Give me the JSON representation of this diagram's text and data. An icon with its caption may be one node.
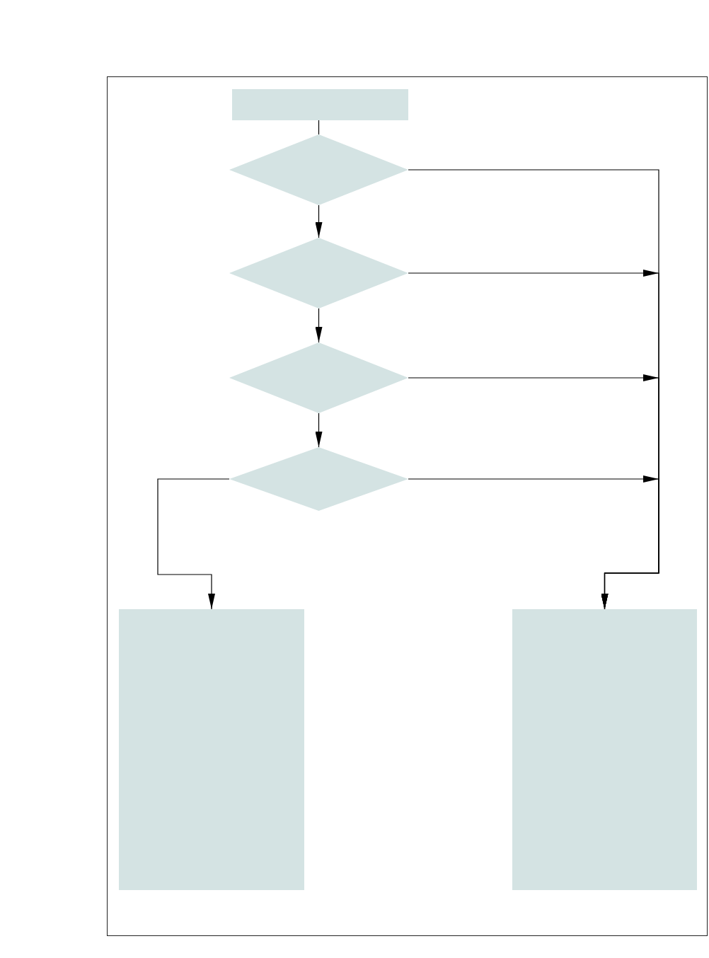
{
  "diagram": {
    "nodes": [
      {
        "text": [],
        "shape": "box"
      },
      {
        "text": [],
        "shape": "diamond"
      },
      {
        "text": [],
        "shape": "diamond"
      },
      {
        "text": [],
        "shape": "diamond"
      },
      {
        "text": [],
        "shape": "diamond"
      },
      {
        "text": [],
        "shape": "box"
      },
      {
        "text": [],
        "shape": "box"
      }
    ],
    "edges": [
      {
        "from": 0,
        "to": 1,
        "arrow": "none"
      },
      {
        "from": 1,
        "to": 2,
        "arrow": "to"
      },
      {
        "from": 2,
        "to": 3,
        "arrow": "to"
      },
      {
        "from": 3,
        "to": 4,
        "arrow": "to"
      },
      {
        "from": 4,
        "to": 5,
        "arrow": "to"
      },
      {
        "from": 1,
        "to": 6,
        "arrow": "to"
      },
      {
        "from": 2,
        "to": 6,
        "arrow": "to"
      },
      {
        "from": 3,
        "to": 6,
        "arrow": "to"
      },
      {
        "from": 4,
        "to": 6,
        "arrow": "to"
      }
    ]
  }
}
